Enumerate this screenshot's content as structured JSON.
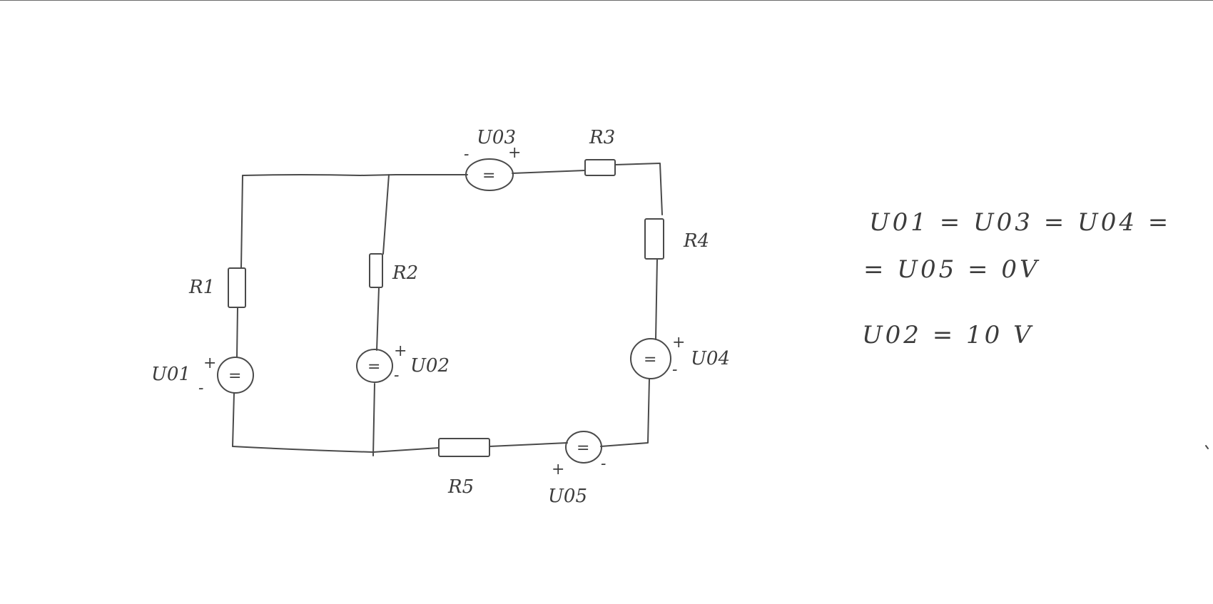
{
  "labels": {
    "r1": "R1",
    "r2": "R2",
    "r3": "R3",
    "r4": "R4",
    "r5": "R5",
    "u01": "U01",
    "u02": "U02",
    "u03": "U03",
    "u04": "U04",
    "u05": "U05"
  },
  "symbols": {
    "plus": "+",
    "minus": "-",
    "equals": "="
  },
  "notes": {
    "line1": "U01 = U03 = U04 =",
    "line2": "= U05 = 0V",
    "line3": "U02 = 10 V"
  }
}
